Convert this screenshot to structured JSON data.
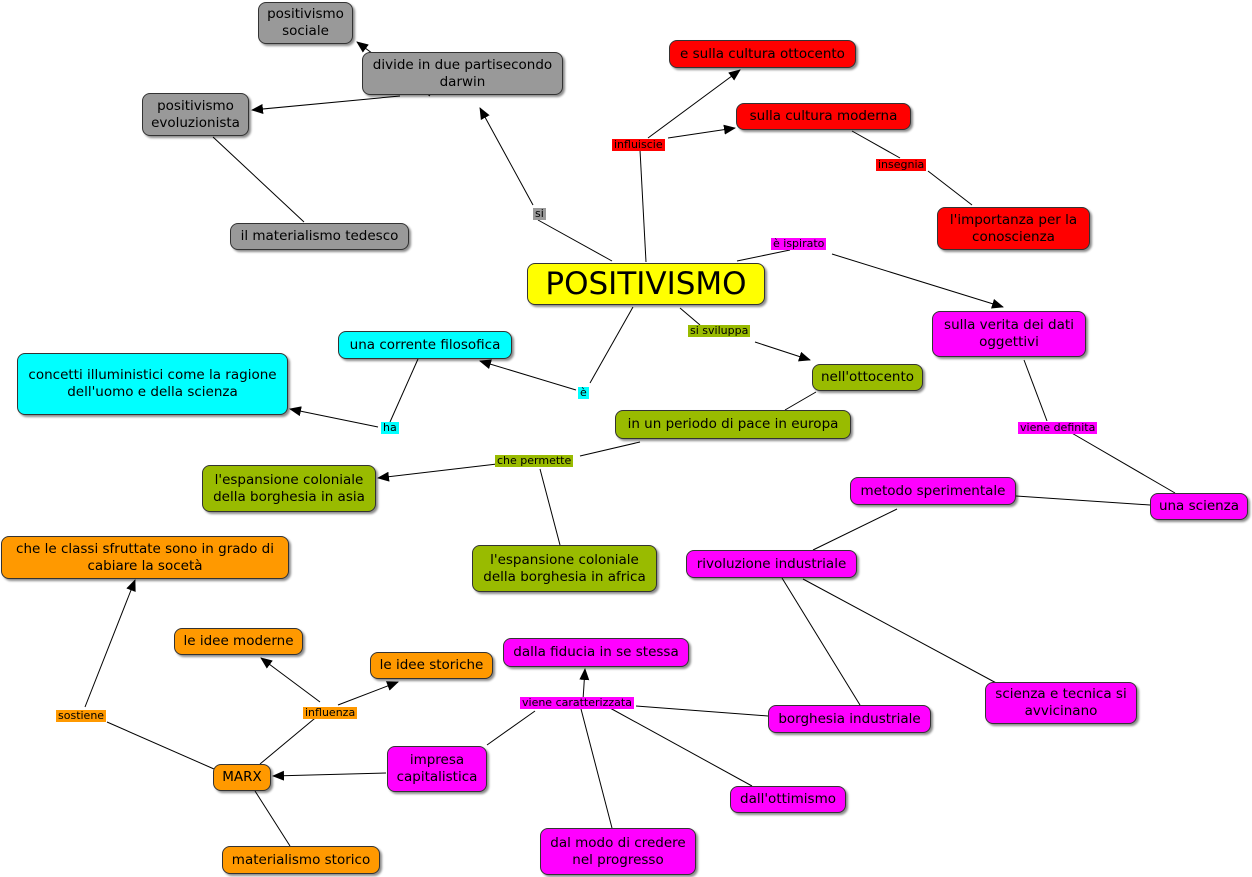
{
  "diagram": {
    "colors": {
      "yellow": "#ffff00",
      "gray": "#999999",
      "red": "#ff0000",
      "magenta": "#ff00ff",
      "cyan": "#00ffff",
      "green": "#99bb00",
      "orange": "#ff9900",
      "line": "#000000"
    },
    "nodes": {
      "positivismo": "POSITIVISMO",
      "pos_sociale": "positivismo\nsociale",
      "divide": "divide in due partisecondo\ndarwin",
      "pos_evol": "positivismo\nevoluzionista",
      "mat_tedesco": "il materialismo tedesco",
      "cultura_ottocento": "e sulla cultura ottocento",
      "cultura_moderna": "sulla cultura moderna",
      "importanza": "l'importanza per la\nconoscienza",
      "verita": "sulla verita dei dati\noggettivi",
      "corrente": "una corrente filosofica",
      "concetti": "concetti illuministici come la ragione\ndell'uomo e della scienza",
      "ottocento": "nell'ottocento",
      "pace": "in un periodo di pace in europa",
      "asia": "l'espansione coloniale\ndella borghesia in asia",
      "africa": "l'espansione coloniale\ndella borghesia in africa",
      "metodo": "metodo sperimentale",
      "scienza": "una scienza",
      "rivoluzione": "rivoluzione industriale",
      "classi": "che le classi sfruttate sono in grado di\ncabiare la socetà",
      "idee_moderne": "le idee moderne",
      "idee_storiche": "le idee storiche",
      "fiducia": "dalla fiducia in se stessa",
      "borghesia_ind": "borghesia industriale",
      "scienza_tecnica": "scienza e tecnica si\navvicinano",
      "impresa": "impresa\ncapitalistica",
      "marx": "MARX",
      "ottimismo": "dall'ottimismo",
      "progresso": "dal modo di credere\nnel progresso",
      "mat_storico": "materialismo storico"
    },
    "labels": {
      "si": "si",
      "influiscie": "influiscie",
      "insegnia": "insegnia",
      "e_ispirato": "è ispirato",
      "si_sviluppa": "si sviluppa",
      "e": "è",
      "ha": "ha",
      "viene_definita": "viene definita",
      "che_permette": "che permette",
      "sostiene": "sostiene",
      "influenza": "influenza",
      "viene_caratterizzata": "viene caratterizzata"
    }
  }
}
